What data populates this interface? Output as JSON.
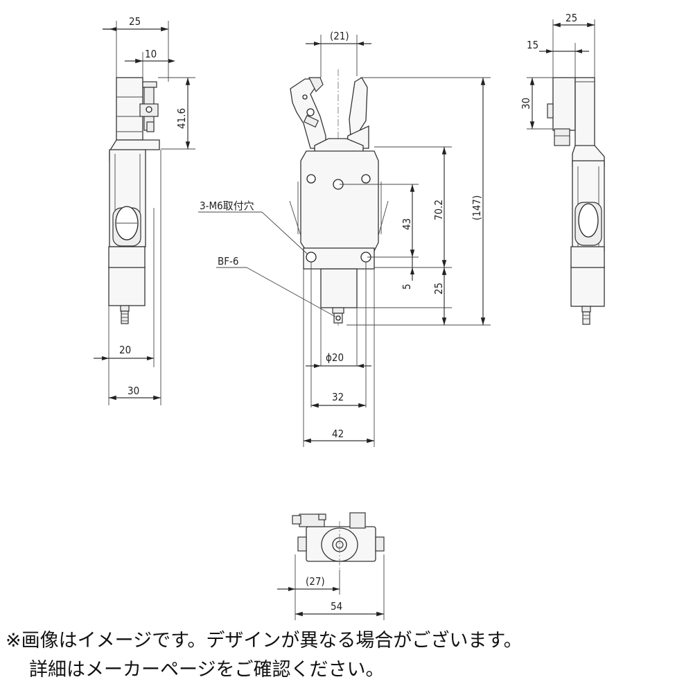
{
  "dimensions": {
    "side_left_width": "25",
    "side_left_top": "10",
    "side_left_height": "41.6",
    "side_left_bottom_inner": "20",
    "side_left_bottom_outer": "30",
    "front_jaw_open": "(21)",
    "front_mount_spacing": "43",
    "front_body_height": "70.2",
    "front_total_height": "(147)",
    "front_port_offset": "5",
    "front_cylinder_height": "25",
    "front_bore": "ϕ20",
    "front_inner_width": "32",
    "front_outer_width": "42",
    "side_right_width": "25",
    "side_right_inset": "15",
    "side_right_height": "30",
    "bottom_half": "(27)",
    "bottom_width": "54"
  },
  "callouts": {
    "mount_holes": "3-M6取付穴",
    "fitting": "BF-6"
  },
  "notes": {
    "line1": "※画像はイメージです。デザインが異なる場合がございます。",
    "line2": "詳細はメーカーページをご確認ください。"
  }
}
